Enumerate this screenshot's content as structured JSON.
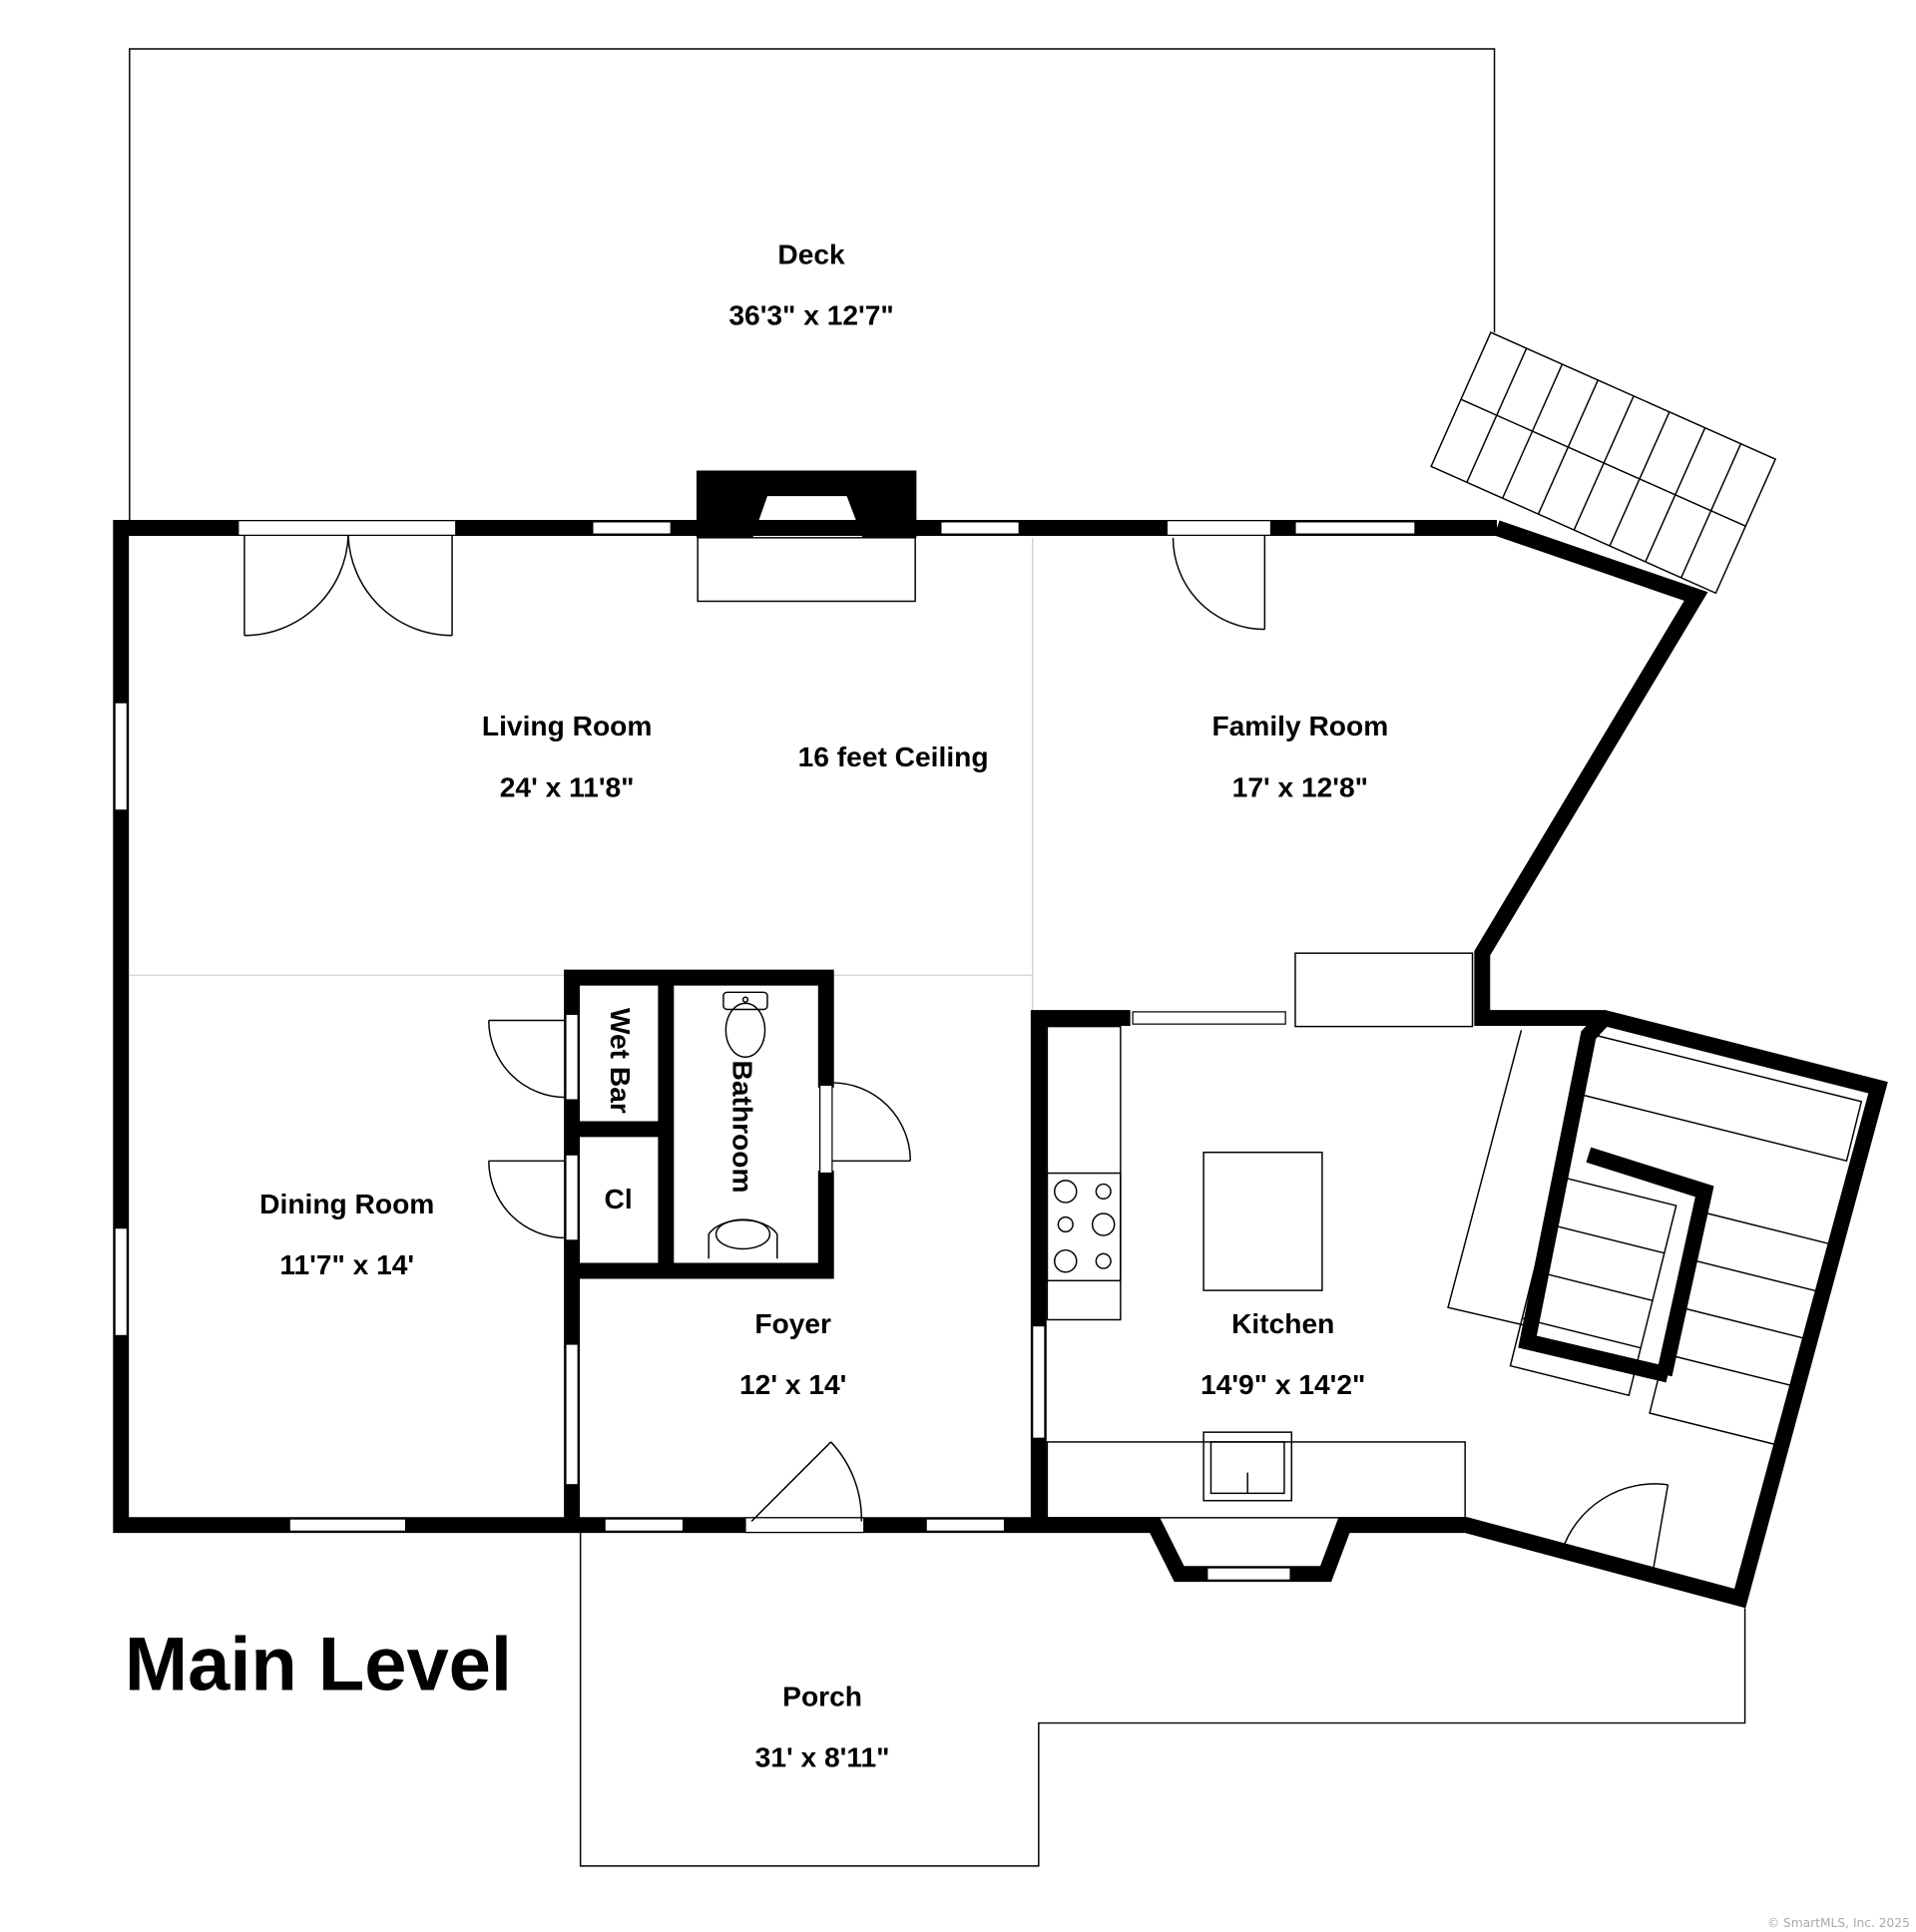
{
  "title": "Main Level",
  "copyright": "© SmartMLS, Inc.  2025",
  "rooms": {
    "deck": {
      "name": "Deck",
      "size": "36'3\" x 12'7\""
    },
    "living": {
      "name": "Living Room",
      "size": "24' x 11'8\""
    },
    "ceiling": "16 feet  Ceiling",
    "family": {
      "name": "Family Room",
      "size": "17' x 12'8\""
    },
    "dining": {
      "name": "Dining Room",
      "size": "11'7\" x 14'"
    },
    "wetbar": "Wet Bar",
    "closet": "Cl",
    "bathroom": "Bathroom",
    "foyer": {
      "name": "Foyer",
      "size": "12' x 14'"
    },
    "kitchen": {
      "name": "Kitchen",
      "size": "14'9\" x 14'2\""
    },
    "porch": {
      "name": "Porch",
      "size": "31' x 8'11\""
    }
  }
}
